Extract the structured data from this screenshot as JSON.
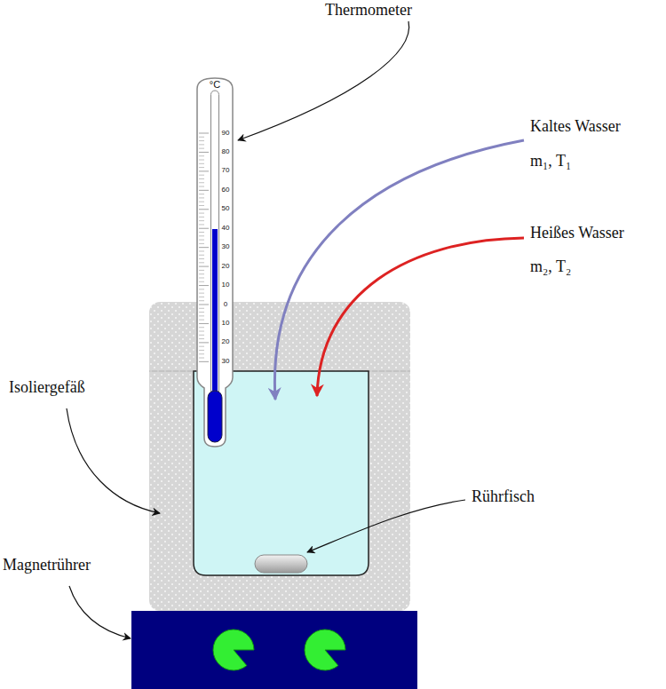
{
  "diagram": {
    "labels": [
      "Thermometer",
      "Kaltes Wasser",
      "m₁, T₁",
      "Heißes Wasser",
      "m₂, T₂",
      "Isoliergefäß",
      "Rührfisch",
      "Magnetrührer",
      "°C",
      "90",
      "80",
      "70",
      "60",
      "50",
      "40",
      "30",
      "20",
      "10",
      "0",
      "10",
      "20",
      "30"
    ]
  }
}
